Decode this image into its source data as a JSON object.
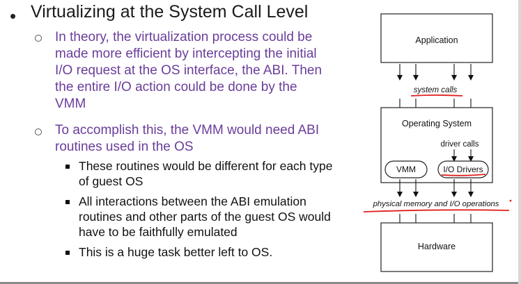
{
  "slide": {
    "heading": "Virtualizing at the System Call Level",
    "bullets": [
      {
        "lines": [
          "In theory, the virtualization process could be",
          "made more efficient by intercepting the initial",
          "I/O request at the OS interface, the ABI. Then",
          "the entire I/O action could be done by the",
          "VMM"
        ],
        "subitems": []
      },
      {
        "lines": [
          "To accomplish this, the VMM would need ABI",
          "routines used in the OS"
        ],
        "subitems": [
          {
            "lines": [
              "These routines would be different for each type",
              "of guest OS"
            ]
          },
          {
            "lines": [
              "All interactions between the ABI emulation",
              "routines and other parts of the guest OS would",
              "have to be faithfully emulated"
            ]
          },
          {
            "lines": [
              "This is a huge task better left to OS."
            ]
          }
        ]
      }
    ]
  },
  "diagram": {
    "application_label": "Application",
    "system_calls_label": "system calls",
    "os_label": "Operating System",
    "driver_calls_label": "driver calls",
    "vmm_label": "VMM",
    "io_drivers_label": "I/O Drivers",
    "physmem_label": "physical memory and I/O operations",
    "hardware_label": "Hardware",
    "annotation_color": "#e0201e"
  }
}
